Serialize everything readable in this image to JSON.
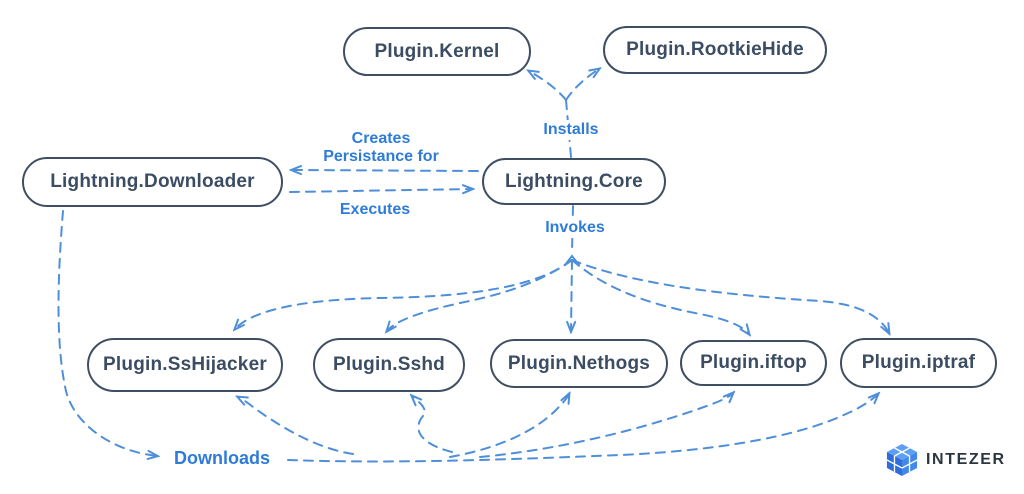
{
  "diagram": {
    "nodes": [
      {
        "id": "kernel",
        "label": "Plugin.Kernel"
      },
      {
        "id": "rootkiehide",
        "label": "Plugin.RootkieHide"
      },
      {
        "id": "downloader",
        "label": "Lightning.Downloader"
      },
      {
        "id": "core",
        "label": "Lightning.Core"
      },
      {
        "id": "sshijacker",
        "label": "Plugin.SsHijacker"
      },
      {
        "id": "sshd",
        "label": "Plugin.Sshd"
      },
      {
        "id": "nethogs",
        "label": "Plugin.Nethogs"
      },
      {
        "id": "iftop",
        "label": "Plugin.iftop"
      },
      {
        "id": "iptraf",
        "label": "Plugin.iptraf"
      }
    ],
    "edge_labels": {
      "installs": "Installs",
      "invokes": "Invokes",
      "creates_line1": "Creates",
      "creates_line2": "Persistance for",
      "executes": "Executes",
      "downloads": "Downloads"
    },
    "colors": {
      "connector_blue": "#4f8fd9",
      "label_blue": "#2e7cd8",
      "node_border": "#3f4e63",
      "node_text": "#3c4d63"
    }
  },
  "branding": {
    "logo_text": "INTEZER",
    "logo_icon": "cube-icon",
    "logo_text_color": "#2c3642"
  }
}
